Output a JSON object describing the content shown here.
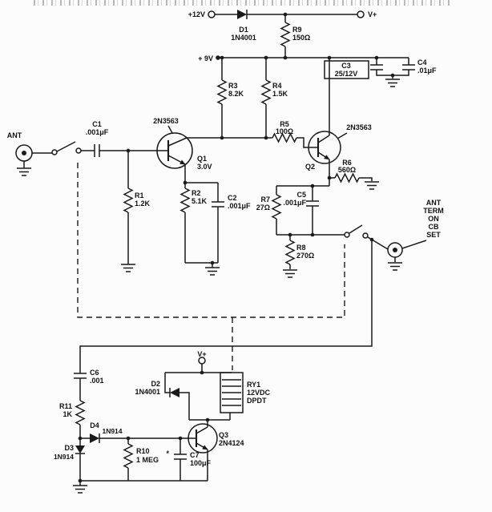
{
  "colors": {
    "ink": "#1a1a1a",
    "background": "#fcfcfc"
  },
  "power": {
    "v12": "+12V",
    "vplus_top": "V+",
    "v9": "+ 9V",
    "vplus_relay": "V+"
  },
  "connectors": {
    "ant_in": "ANT",
    "ant_term_lines": [
      "ANT",
      "TERM",
      "ON",
      "CB",
      "SET"
    ]
  },
  "parts": {
    "d1": {
      "ref": "D1",
      "value": "1N4001"
    },
    "r9": {
      "ref": "R9",
      "value": "150Ω"
    },
    "c3": {
      "ref": "C3",
      "value": "25/12V"
    },
    "c4": {
      "ref": "C4",
      "value": ".01μF"
    },
    "r3": {
      "ref": "R3",
      "value": "8.2K"
    },
    "r4": {
      "ref": "R4",
      "value": "1.5K"
    },
    "r5": {
      "ref": "R5",
      "value": "100Ω"
    },
    "c1": {
      "ref": "C1",
      "value": ".001μF"
    },
    "q1": {
      "ref": "Q1",
      "value": "2N3563",
      "note": "3.0V"
    },
    "r1": {
      "ref": "R1",
      "value": "1.2K"
    },
    "r2": {
      "ref": "R2",
      "value": "5.1K"
    },
    "c2": {
      "ref": "C2",
      "value": ".001μF"
    },
    "q2": {
      "ref": "Q2",
      "value": "2N3563"
    },
    "r6": {
      "ref": "R6",
      "value": "560Ω"
    },
    "c5": {
      "ref": "C5",
      "value": ".001μF"
    },
    "r7": {
      "ref": "R7",
      "value": "27Ω"
    },
    "r8": {
      "ref": "R8",
      "value": "270Ω"
    },
    "c6": {
      "ref": "C6",
      "value": ".001"
    },
    "r11": {
      "ref": "R11",
      "value": "1K"
    },
    "d4": {
      "ref": "D4",
      "value": "1N914"
    },
    "d3": {
      "ref": "D3",
      "value": "1N914"
    },
    "r10": {
      "ref": "R10",
      "value": "1 MEG"
    },
    "c7": {
      "ref": "C7",
      "value": "100μF",
      "note": "*"
    },
    "q3": {
      "ref": "Q3",
      "value": "2N4124"
    },
    "d2": {
      "ref": "D2",
      "value": "1N4001"
    },
    "ry1": {
      "ref": "RY1",
      "voltage": "12VDC",
      "contacts": "DPDT"
    }
  }
}
